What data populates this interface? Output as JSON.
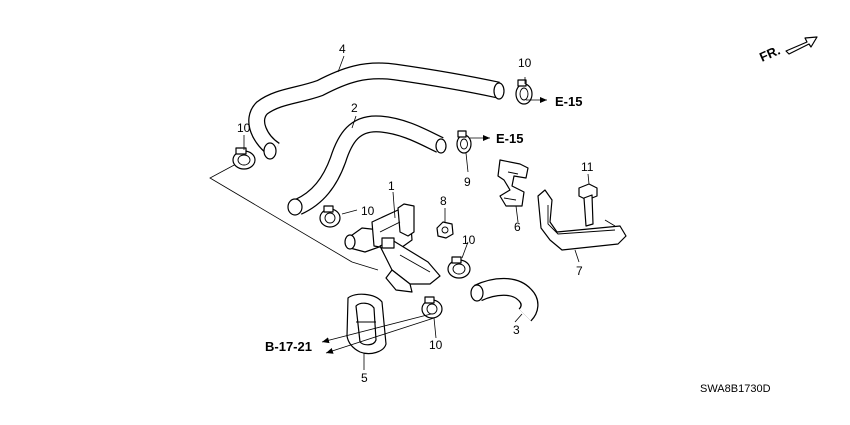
{
  "direction_label": "FR.",
  "diagram_code": "SWA8B1730D",
  "callouts": {
    "hose_upper": "4",
    "hose_middle": "2",
    "hose_lower": "3",
    "valve": "1",
    "grommet": "5",
    "holder": "6",
    "stay": "7",
    "nut": "8",
    "clip": "9",
    "clamp": "10",
    "bolt": "11"
  },
  "references": {
    "e15": "E-15",
    "b1721": "B-17-21"
  }
}
